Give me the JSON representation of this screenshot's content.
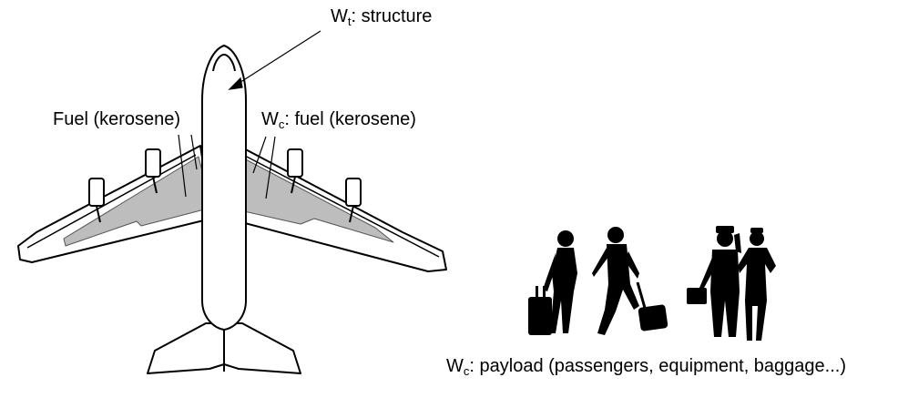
{
  "labels": {
    "structure": {
      "symbol": "W",
      "subscript": "t",
      "text": ": structure"
    },
    "fuel_left": {
      "text": "Fuel (kerosene)"
    },
    "fuel_right": {
      "symbol": "W",
      "subscript": "c",
      "text": ": fuel (kerosene)"
    },
    "payload": {
      "symbol": "W",
      "subscript": "c",
      "text": ": payload (passengers, equipment, baggage...)"
    }
  },
  "colors": {
    "outline": "#000000",
    "fuel_tank_fill": "#bdbdbd",
    "background": "#ffffff",
    "silhouette": "#000000"
  },
  "icons": [
    "airplane-top-view",
    "walking-woman-with-suitcase",
    "walking-man-with-rolling-bag",
    "man-with-briefcase-silhouette",
    "woman-flight-attendant-silhouette"
  ]
}
